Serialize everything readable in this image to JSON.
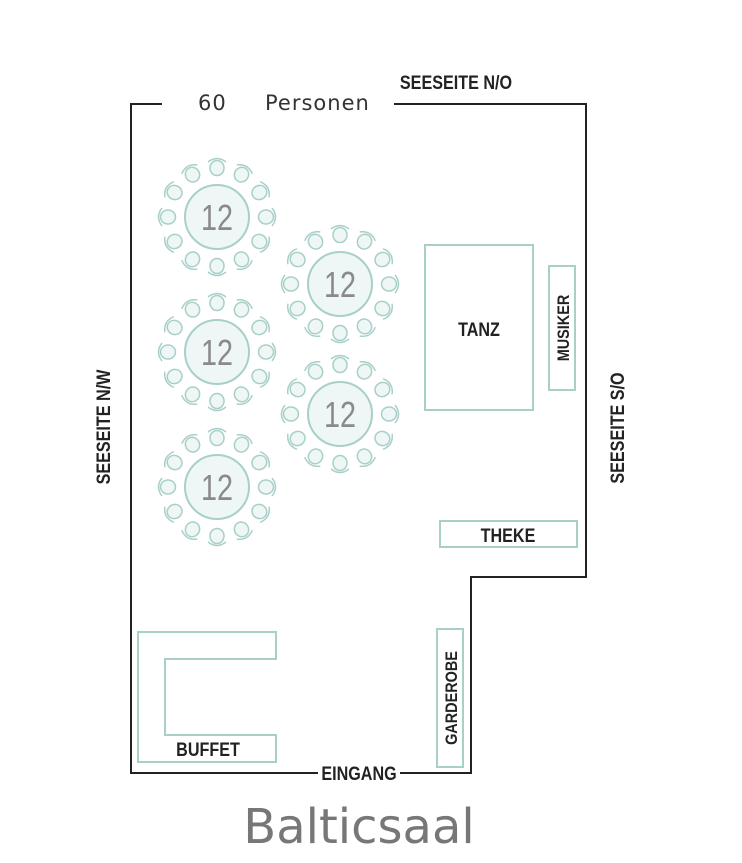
{
  "room": {
    "title": "Balticsaal",
    "capacity": "60",
    "capacity_unit": "Personen"
  },
  "walls": {
    "north": "SEESEITE N/O",
    "west": "SEESEITE N/W",
    "east": "SEESEITE S/O",
    "entrance": "EINGANG"
  },
  "areas": {
    "dance": "TANZ",
    "musicians": "MUSIKER",
    "bar": "THEKE",
    "cloakroom": "GARDEROBE",
    "buffet": "BUFFET"
  },
  "tables": [
    {
      "id": "table-1",
      "seats": "12"
    },
    {
      "id": "table-2",
      "seats": "12"
    },
    {
      "id": "table-3",
      "seats": "12"
    },
    {
      "id": "table-4",
      "seats": "12"
    },
    {
      "id": "table-5",
      "seats": "12"
    }
  ],
  "colors": {
    "wall": "#222222",
    "furniture": "#a8d0c8",
    "table_fill": "#eef7f5"
  }
}
